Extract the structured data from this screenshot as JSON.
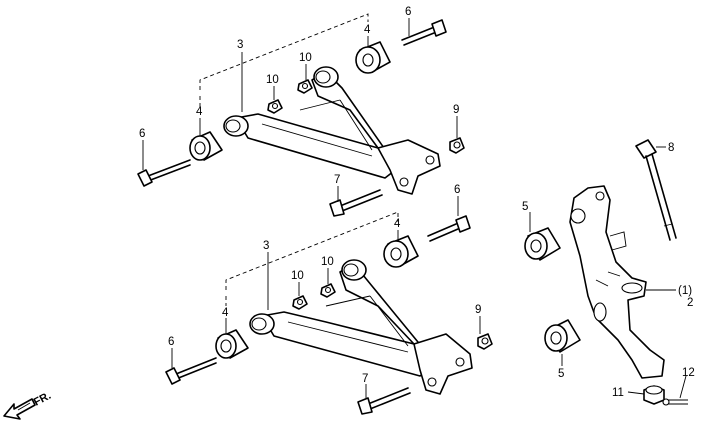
{
  "callouts": {
    "upper_arm_3": "3",
    "upper_bushing_4_top": "4",
    "upper_bushing_4_left": "4",
    "upper_bolt_6_top": "6",
    "upper_bolt_6_left": "6",
    "upper_nut_10_a": "10",
    "upper_nut_10_b": "10",
    "upper_nut_9": "9",
    "upper_bolt_7": "7",
    "lower_arm_3": "3",
    "lower_bushing_4_top": "4",
    "lower_bushing_4_left": "4",
    "lower_bolt_6_top": "6",
    "lower_bolt_6_left": "6",
    "lower_nut_10_a": "10",
    "lower_nut_10_b": "10",
    "lower_nut_9": "9",
    "lower_bolt_7": "7",
    "bolt_8": "8",
    "bushing_5_top": "5",
    "bushing_5_bottom": "5",
    "knuckle_1": "(1)",
    "knuckle_2": "2",
    "nut_11": "11",
    "pin_12": "12"
  },
  "direction_label": "FR.",
  "icons": {
    "front_arrow": "arrow-left-down-icon"
  }
}
